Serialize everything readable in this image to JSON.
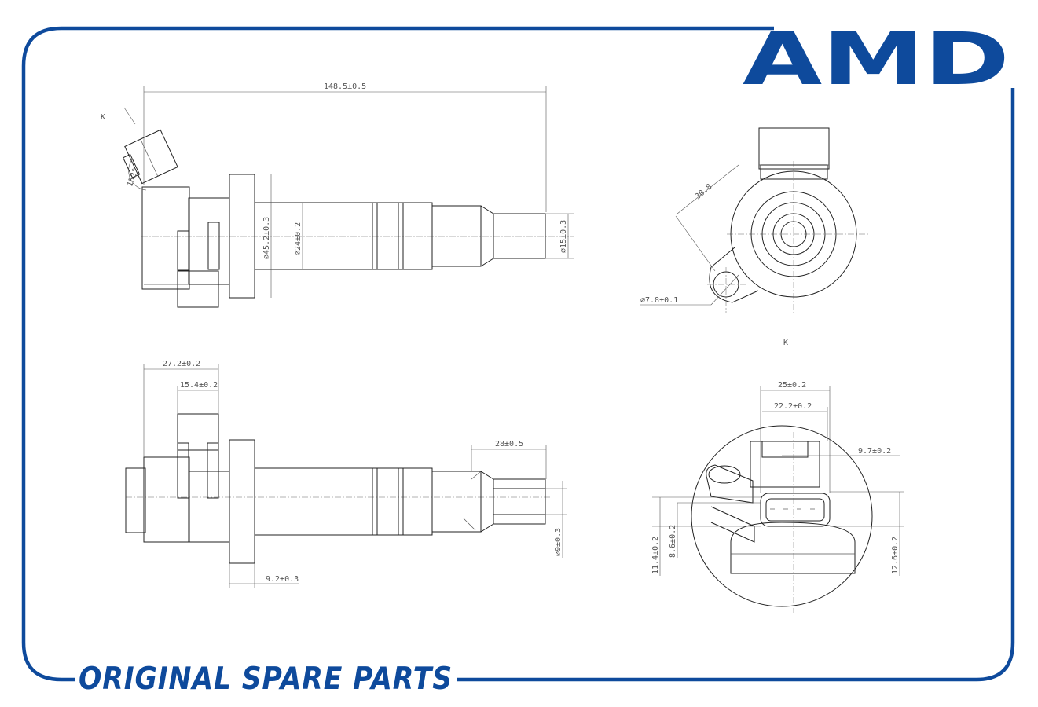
{
  "brand": {
    "logo_text": "AMD",
    "color": "#0e4a9c"
  },
  "footer": {
    "text": "ORIGINAL SPARE PARTS"
  },
  "view_labels": {
    "k_arrow": "K",
    "k_view": "K"
  },
  "dimensions": {
    "overall_length": "148.5±0.5",
    "connector_angle": "152°",
    "flange_dia": "⌀45.2±0.3",
    "body_dia": "⌀24±0.2",
    "tip_dia": "⌀15±0.3",
    "bolt_spacing": "30.8",
    "bolt_hole_dia": "⌀7.8±0.1",
    "connector_depth": "27.2±0.2",
    "connector_body": "15.4±0.2",
    "boot_length": "28±0.5",
    "boot_inner_dia": "⌀9±0.3",
    "flange_thickness": "9.2±0.3",
    "connector_width": "25±0.2",
    "connector_inner_width": "22.2±0.2",
    "latch_width": "9.7±0.2",
    "connector_height": "11.4±0.2",
    "pin_height": "8.6±0.2",
    "socket_height": "12.6±0.2"
  }
}
